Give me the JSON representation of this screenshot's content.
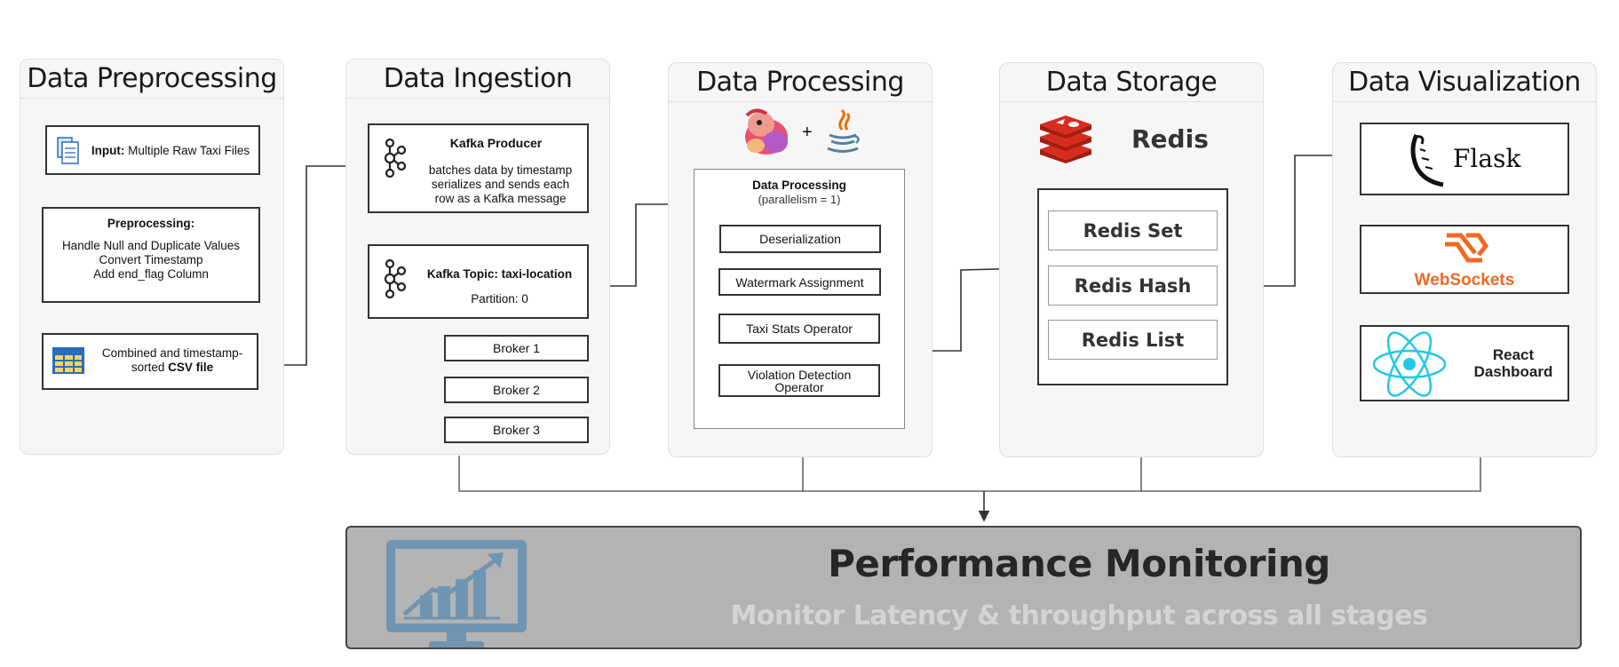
{
  "stages": {
    "preprocessing": {
      "title": "Data Preprocessing",
      "input_bold": "Input:",
      "input_text": " Multiple Raw Taxi Files",
      "prep_title": "Preprocessing:",
      "prep_lines": [
        "Handle Null and Duplicate Values",
        "Convert Timestamp",
        "Add end_flag Column"
      ],
      "output_line1": "Combined and timestamp-",
      "output_line2_pre": "sorted ",
      "output_line2_bold": "CSV file"
    },
    "ingestion": {
      "title": "Data Ingestion",
      "producer_title": "Kafka Producer",
      "producer_lines": [
        "batches data by timestamp",
        "serializes and sends each",
        "row as a Kafka message"
      ],
      "topic_title": "Kafka Topic: taxi-location",
      "topic_partition": "Partition: 0",
      "brokers": [
        "Broker 1",
        "Broker 2",
        "Broker 3"
      ]
    },
    "processing": {
      "title": "Data Processing",
      "plus": "+",
      "box_title": "Data Processing",
      "box_subtitle": "(parallelism = 1)",
      "operators": [
        "Deserialization",
        "Watermark Assignment",
        "Taxi Stats Operator",
        "Violation Detection Operator"
      ]
    },
    "storage": {
      "title": "Data Storage",
      "redis_label": "Redis",
      "items": [
        "Redis Set",
        "Redis Hash",
        "Redis List"
      ]
    },
    "visualization": {
      "title": "Data Visualization",
      "flask_label": "Flask",
      "websockets_label": "WebSockets",
      "react_label_line1": "React",
      "react_label_line2": "Dashboard"
    }
  },
  "monitoring": {
    "title": "Performance Monitoring",
    "subtitle": "Monitor Latency & throughput across all stages"
  },
  "colors": {
    "panel_bg": "#f6f6f6",
    "monitor_bg": "#b3b3b3",
    "monitor_icon": "#6f95b3",
    "redis_red": "#d3302a",
    "websocket_orange": "#f26822",
    "react_cyan": "#21c7e6",
    "csv_blue": "#2a6db8"
  }
}
